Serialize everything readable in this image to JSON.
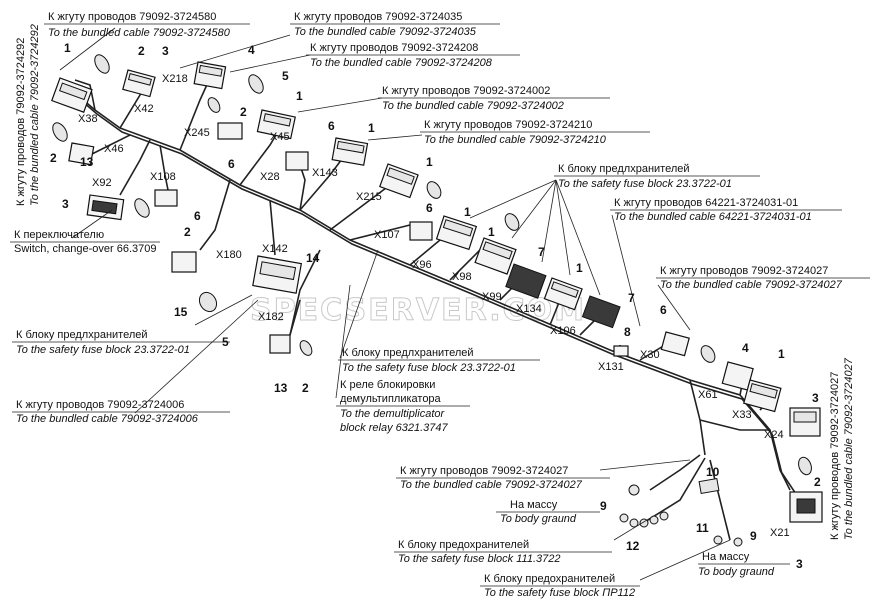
{
  "watermark": "SPECSERVER.COM",
  "labels": {
    "c38": {
      "ru": "К жгуту проводов 79092-3724580",
      "en": "To the bundled cable 79092-3724580"
    },
    "c35": {
      "ru": "К жгуту проводов 79092-3724035",
      "en": "To the bundled cable 79092-3724035"
    },
    "c08": {
      "ru": "К жгуту проводов 79092-3724208",
      "en": "To the bundled cable 79092-3724208"
    },
    "c02": {
      "ru": "К жгуту проводов 79092-3724002",
      "en": "To the bundled cable 79092-3724002"
    },
    "c10": {
      "ru": "К жгуту проводов 79092-3724210",
      "en": "To the bundled cable 79092-3724210"
    },
    "fuse1": {
      "ru": "К блоку предлхранителей",
      "en": "To the safety fuse block 23.3722-01"
    },
    "c6422": {
      "ru": "К жгуту проводов 64221-3724031-01",
      "en": "To the bundled cable 64221-3724031-01"
    },
    "c27a": {
      "ru": "К жгуту проводов 79092-3724027",
      "en": "To the bundled cable 79092-3724027"
    },
    "switch": {
      "ru": "К переключателю",
      "en": "Switch, change-over 66.3709"
    },
    "fuse2": {
      "ru": "К блоку предлхранителей",
      "en": "To the safety fuse block 23.3722-01"
    },
    "c06": {
      "ru": "К жгуту проводов 79092-3724006",
      "en": "To the bundled cable 79092-3724006"
    },
    "fuse3": {
      "ru": "К блоку предлхранителей",
      "en": "To the safety fuse block 23.3722-01"
    },
    "relay": {
      "ru1": "К реле  блокировки",
      "ru2": "демультипликатора",
      "en1": "To the demultiplicator",
      "en2": "block relay 6321.3747"
    },
    "c27b": {
      "ru": "К жгуту проводов 79092-3724027",
      "en": "To the bundled cable 79092-3724027"
    },
    "mass1": {
      "ru": "На массу",
      "en": "To body graund"
    },
    "fuse4": {
      "ru": "К блоку предохранителей",
      "en": "To the safety fuse block 111.3722"
    },
    "fuse5": {
      "ru": "К блоку предохранителей",
      "en": "To the safety fuse block ПР112"
    },
    "mass2": {
      "ru": "На массу",
      "en": "To body graund"
    },
    "vleft": {
      "ru": "К жгуту проводов 79092-3724292",
      "en": "To the bundled cable 79092-3724292"
    },
    "vright": {
      "ru": "К жгуту проводов 79092-3724027",
      "en": "To the bundled cable 79092-3724027"
    }
  },
  "connectors": {
    "x38": "X38",
    "x42": "X42",
    "x218": "X218",
    "x245": "X245",
    "x45": "X45",
    "x46": "X46",
    "x92": "X92",
    "x108": "X108",
    "x28": "X28",
    "x143": "X143",
    "x215": "X215",
    "x107": "X107",
    "x180": "X180",
    "x142": "X142",
    "x96": "X96",
    "x98": "X98",
    "x99": "X99",
    "x134": "X134",
    "x106": "X106",
    "x182": "X182",
    "x131": "X131",
    "x30": "X30",
    "x61": "X61",
    "x33": "X33",
    "x24": "X24",
    "x21": "X21"
  },
  "callouts": {
    "n1a": "1",
    "n2a": "2",
    "n3a": "3",
    "n4a": "4",
    "n5a": "5",
    "n1b": "1",
    "n2b": "2",
    "n6a": "6",
    "n1c": "1",
    "n6b": "6",
    "n1d": "1",
    "n13a": "13",
    "n2c": "2",
    "n3b": "3",
    "n6c": "6",
    "n2d": "2",
    "n1e": "1",
    "n6d": "6",
    "n1f": "1",
    "n14": "14",
    "n7a": "7",
    "n1g": "1",
    "n7b": "7",
    "n15": "15",
    "n5b": "5",
    "n13b": "13",
    "n2e": "2",
    "n8": "8",
    "n6e": "6",
    "n4b": "4",
    "n1h": "1",
    "n3c": "3",
    "n2f": "2",
    "n3d": "3",
    "n10": "10",
    "n9a": "9",
    "n12": "12",
    "n11": "11",
    "n9b": "9"
  }
}
